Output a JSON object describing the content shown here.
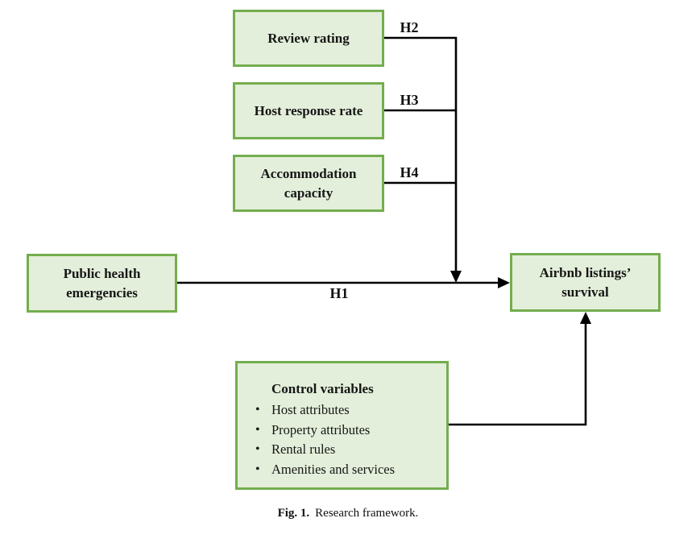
{
  "figure": {
    "boxes": {
      "review_rating": "Review rating",
      "host_response_rate": "Host response rate",
      "accommodation_capacity": "Accommodation capacity",
      "public_health_emergencies": "Public health emergencies",
      "airbnb_survival": "Airbnb listings’ survival"
    },
    "control_variables": {
      "title": "Control variables",
      "items": [
        "Host attributes",
        "Property attributes",
        "Rental rules",
        "Amenities and services"
      ]
    },
    "hypothesis_labels": {
      "h1": "H1",
      "h2": "H2",
      "h3": "H3",
      "h4": "H4"
    },
    "caption": {
      "label": "Fig. 1.",
      "text": "Research framework."
    },
    "colors": {
      "box_fill": "#e3efda",
      "box_border": "#74ad4e",
      "connector": "#000000"
    }
  }
}
